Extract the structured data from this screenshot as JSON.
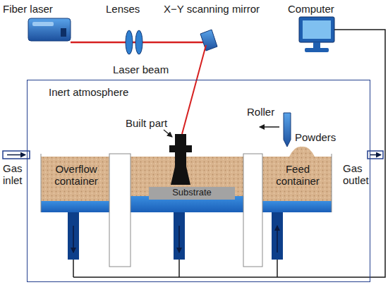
{
  "diagram": {
    "nodes": [
      {
        "text": [
          "Inert atmosphere"
        ]
      },
      {
        "text": [
          "Overflow container"
        ],
        "in": 0
      },
      {
        "text": [
          "Substrate"
        ],
        "in": 0
      },
      {
        "text": [
          "Feed container"
        ],
        "in": 0
      }
    ],
    "labels": [
      "Fiber laser",
      "Lenses",
      "X−Y scanning mirror",
      "Computer",
      "Laser beam",
      "Roller",
      "Powders",
      "Gas inlet",
      "Gas outlet",
      "Built part"
    ]
  }
}
